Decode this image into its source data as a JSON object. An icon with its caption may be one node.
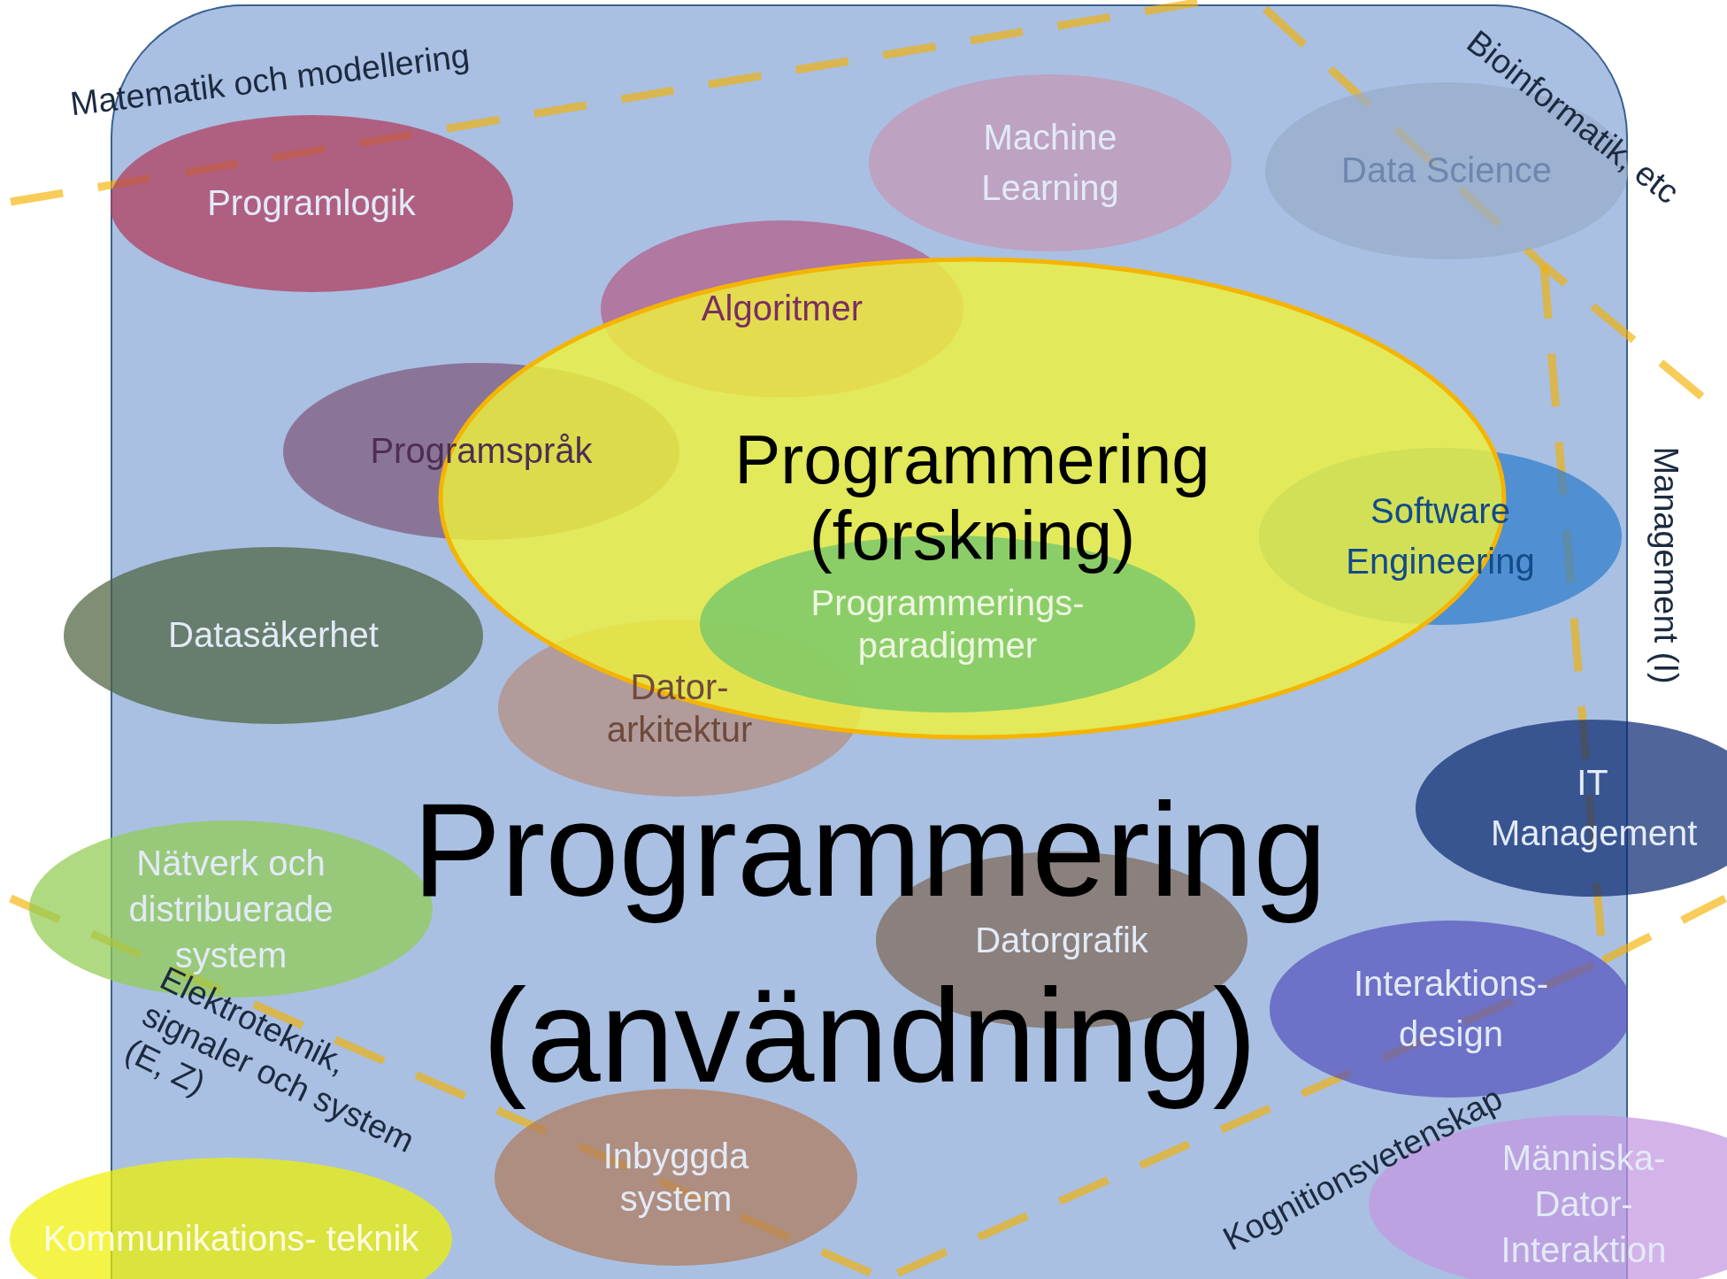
{
  "diagram": {
    "nodes": [
      {
        "text": [
          "Programmering (användning)"
        ]
      },
      {
        "text": [
          "Programlogik"
        ],
        "in": 0
      },
      {
        "text": [
          "Machine Learning"
        ],
        "in": 0
      },
      {
        "text": [
          "Data Science"
        ],
        "in": 0
      },
      {
        "text": [
          "Algoritmer"
        ],
        "in": 0
      },
      {
        "text": [
          "Programmering (forskning)"
        ],
        "in": 0
      },
      {
        "text": [
          "Programspråk"
        ],
        "in": 0
      },
      {
        "text": [
          "Programmerings- paradigmer"
        ],
        "in": 5
      },
      {
        "text": [
          "Software Engineering"
        ],
        "in": 0
      },
      {
        "text": [
          "Datasäkerhet"
        ]
      },
      {
        "text": [
          "Dator- arkitektur"
        ],
        "in": 0
      },
      {
        "text": [
          "IT Management"
        ]
      },
      {
        "text": [
          "Nätverk och distribuerade system"
        ]
      },
      {
        "text": [
          "Datorgrafik"
        ],
        "in": 0
      },
      {
        "text": [
          "Interaktions- design"
        ],
        "in": 0
      },
      {
        "text": [
          "Inbyggda system"
        ],
        "in": 0
      },
      {
        "text": [
          "Kommunikations- teknik"
        ]
      },
      {
        "text": [
          "Människa- Dator- Interaktion"
        ]
      }
    ],
    "labels": [
      "Matematik och modellering",
      "Bioinformatik, etc",
      "Management (I)",
      "Elektroteknik, signaler och system (E, Z)",
      "Kognitionsvetenskap"
    ]
  }
}
